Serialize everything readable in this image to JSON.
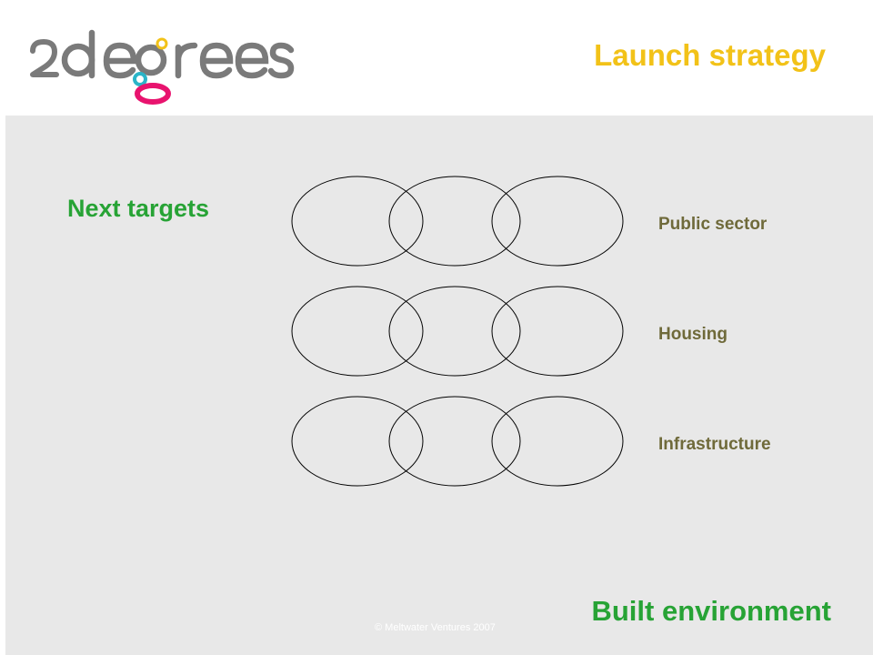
{
  "header": {
    "logo_name": "2degrees",
    "title": "Launch strategy",
    "colors": {
      "title": "#f2c218",
      "logo_grey": "#7a7a7a",
      "logo_yellow": "#f2c218",
      "logo_teal": "#2bb5c8",
      "logo_pink": "#e8136e"
    }
  },
  "main": {
    "heading": "Next targets",
    "rows": [
      {
        "label": "Public sector"
      },
      {
        "label": "Housing"
      },
      {
        "label": "Infrastructure"
      }
    ],
    "footer_heading": "Built environment",
    "copyright": "© Meltwater Ventures 2007",
    "colors": {
      "heading": "#27a335",
      "row_label": "#6f6a3a",
      "background": "#e8e8e8"
    }
  }
}
